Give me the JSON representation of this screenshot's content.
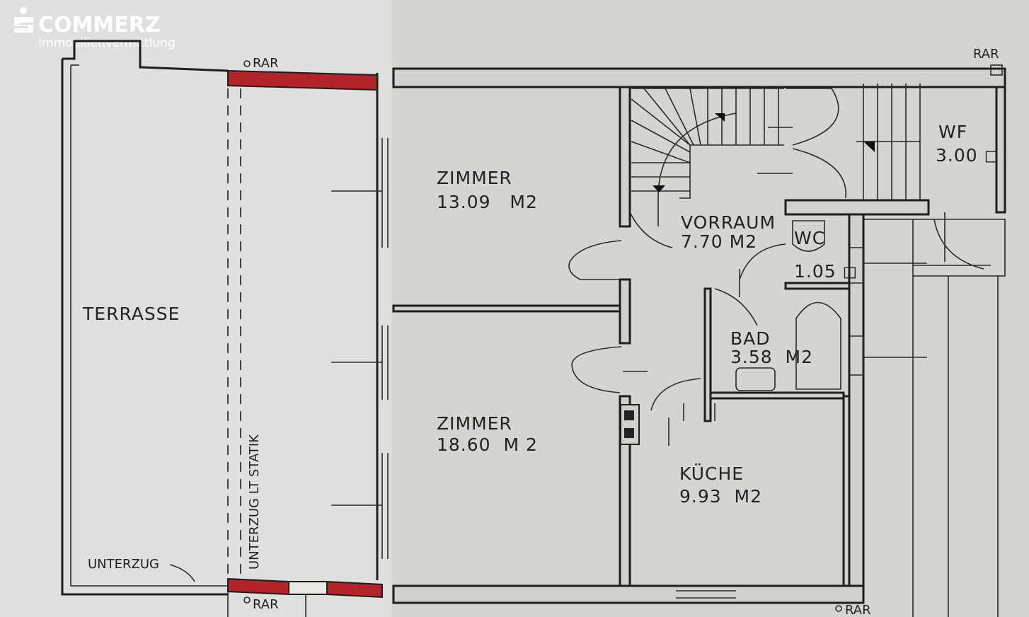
{
  "logo": {
    "brand": "COMMERZ",
    "subtitle": "Immobilienvermittlung"
  },
  "labels": {
    "rar_top_left": "RAR",
    "rar_bottom_left": "RAR",
    "rar_top_right": "RAR",
    "rar_bottom_right": "RAR",
    "terrasse": "TERRASSE",
    "unterzug": "UNTERZUG",
    "unterzug_statik": "UNTERZUG LT STATIK"
  },
  "rooms": [
    {
      "name": "ZIMMER",
      "area": "13.09   M2"
    },
    {
      "name": "ZIMMER",
      "area": "18.60  M 2"
    },
    {
      "name": "VORRAUM",
      "area": "7.70 M2"
    },
    {
      "name": "WC",
      "area": "1.05 ◻"
    },
    {
      "name": "BAD",
      "area": "3.58  M2"
    },
    {
      "name": "KÜCHE",
      "area": "9.93  M2"
    },
    {
      "name": "WF",
      "area": "3.00 ◻"
    }
  ],
  "colors": {
    "background": "#d6d8d3",
    "highlight_wall": "#b3232a",
    "line": "#1e1e1e"
  }
}
